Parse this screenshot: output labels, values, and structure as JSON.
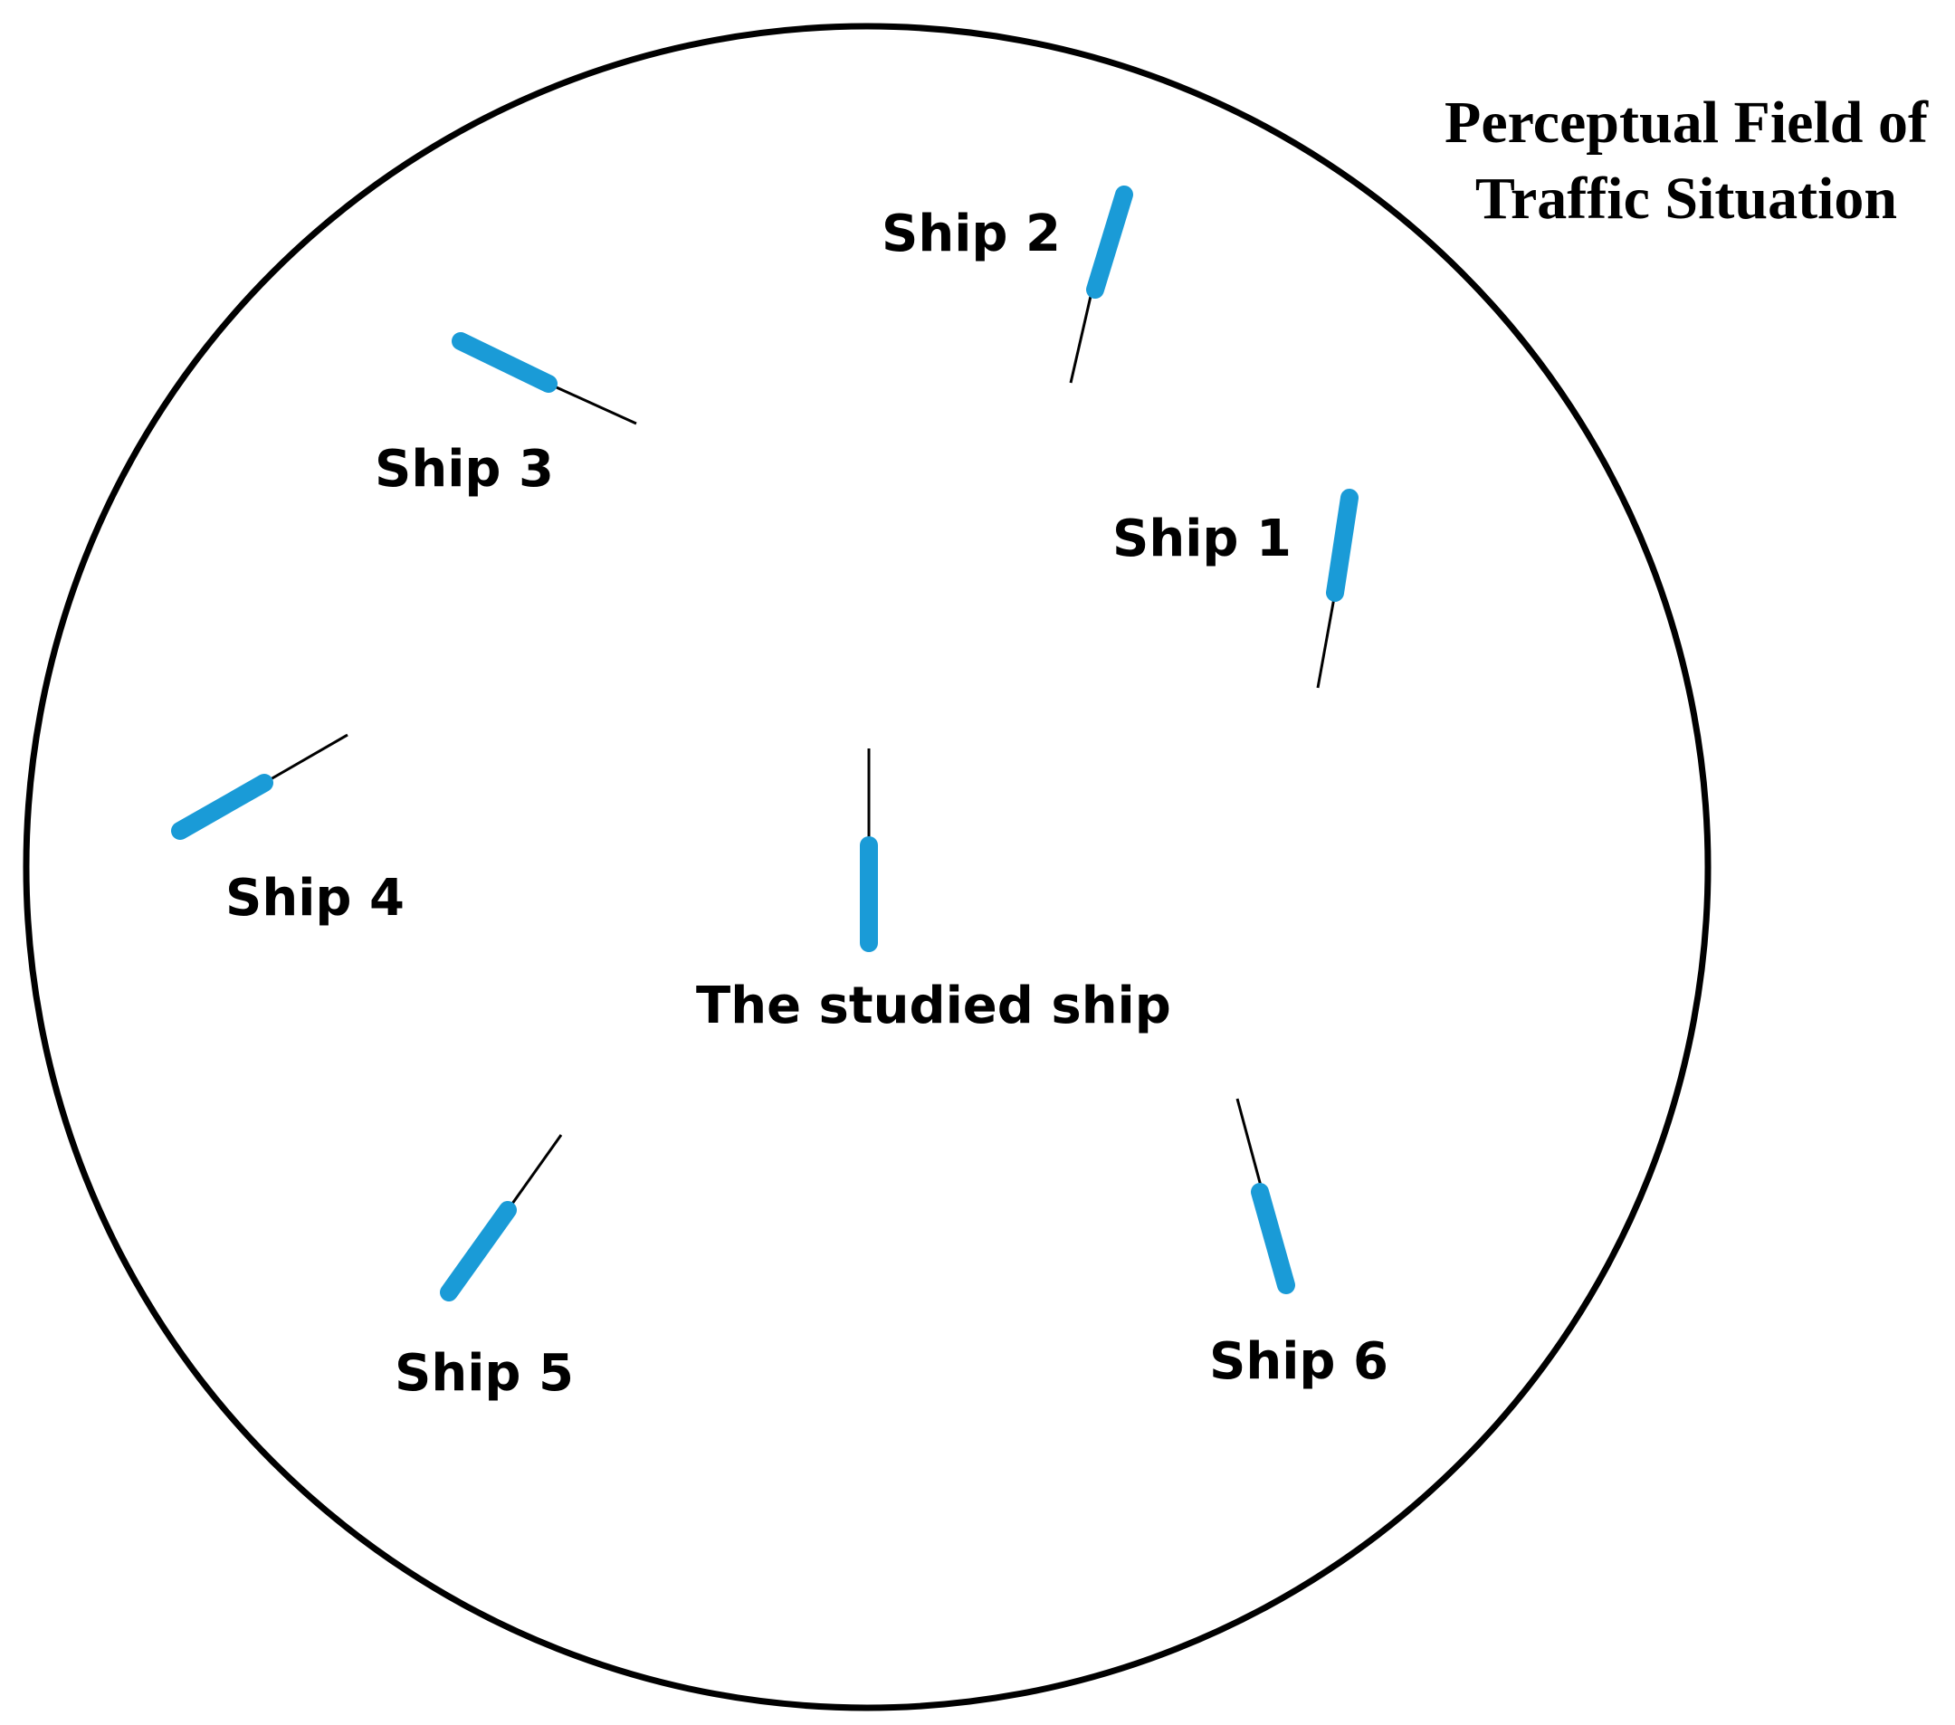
{
  "title": {
    "line1": "Perceptual Field of",
    "line2": "Traffic Situation"
  },
  "colors": {
    "ship_hull": "#1a9bd7",
    "heading_line": "#000000",
    "field_boundary": "#000000"
  },
  "ships": [
    {
      "id": "studied",
      "label": "The studied ship"
    },
    {
      "id": "ship1",
      "label": "Ship 1"
    },
    {
      "id": "ship2",
      "label": "Ship 2"
    },
    {
      "id": "ship3",
      "label": "Ship 3"
    },
    {
      "id": "ship4",
      "label": "Ship 4"
    },
    {
      "id": "ship5",
      "label": "Ship 5"
    },
    {
      "id": "ship6",
      "label": "Ship 6"
    }
  ]
}
